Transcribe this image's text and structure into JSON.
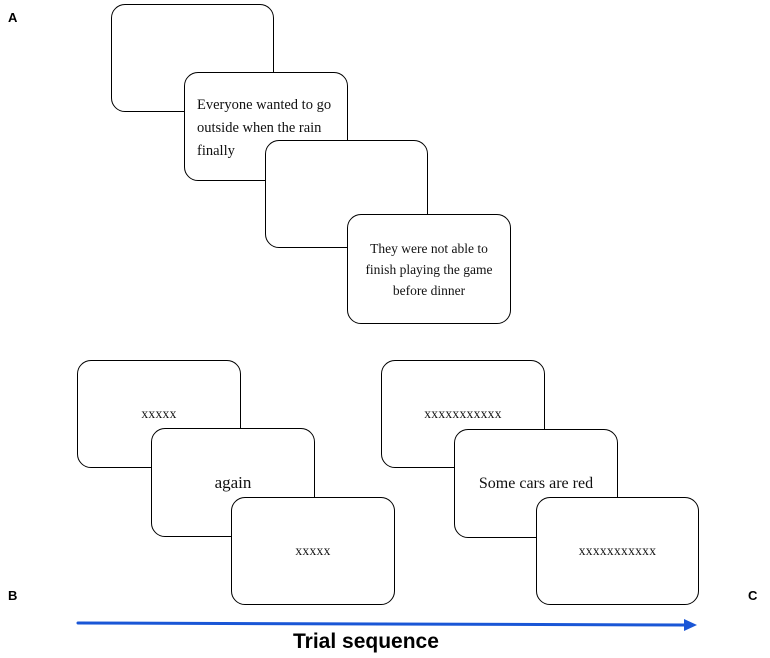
{
  "panels": {
    "a": "A",
    "b": "B",
    "c": "C"
  },
  "panel_a": {
    "card1": "",
    "card2": "Everyone wanted to go outside when the rain finally",
    "card3": "",
    "card4": "They were not able to finish playing the game before dinner"
  },
  "panel_b": {
    "card1": "xxxxx",
    "card2": "again",
    "card3": "xxxxx"
  },
  "panel_c": {
    "card1": "xxxxxxxxxxx",
    "card2": "Some cars are red",
    "card3": "xxxxxxxxxxx"
  },
  "axis": {
    "title": "Trial sequence"
  },
  "colors": {
    "arrow": "#1a56d6"
  }
}
